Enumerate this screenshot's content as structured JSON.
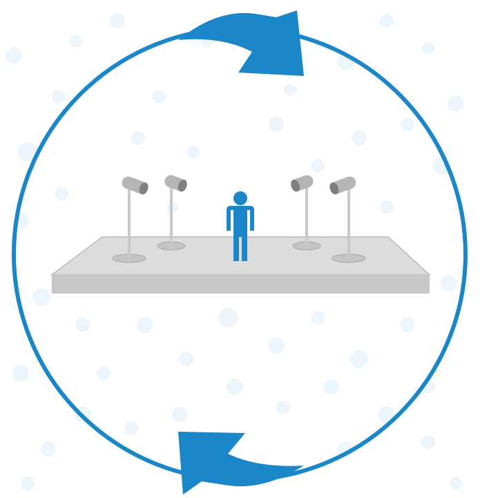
{
  "diagram": {
    "kind": "motion-capture-cycle-illustration",
    "colors": {
      "accent": "#1b87c9",
      "background_dots": "#eef6fd",
      "stage_top": "#dcdcdc",
      "stage_front": "#c8c8c8",
      "stage_outline": "#b9b9b9",
      "camera_body": "#b5b5b5",
      "camera_lens": "#7f7f7f",
      "camera_base": "#c4c4c4",
      "figure": "#1b87c9"
    },
    "elements": {
      "cycle_ring": "circular-loop",
      "arrows": [
        "top-clockwise-arrow",
        "bottom-clockwise-arrow"
      ],
      "stage": "capture-platform",
      "cameras": [
        "camera-1",
        "camera-2",
        "camera-3",
        "camera-4"
      ],
      "subject": "person-icon"
    }
  }
}
